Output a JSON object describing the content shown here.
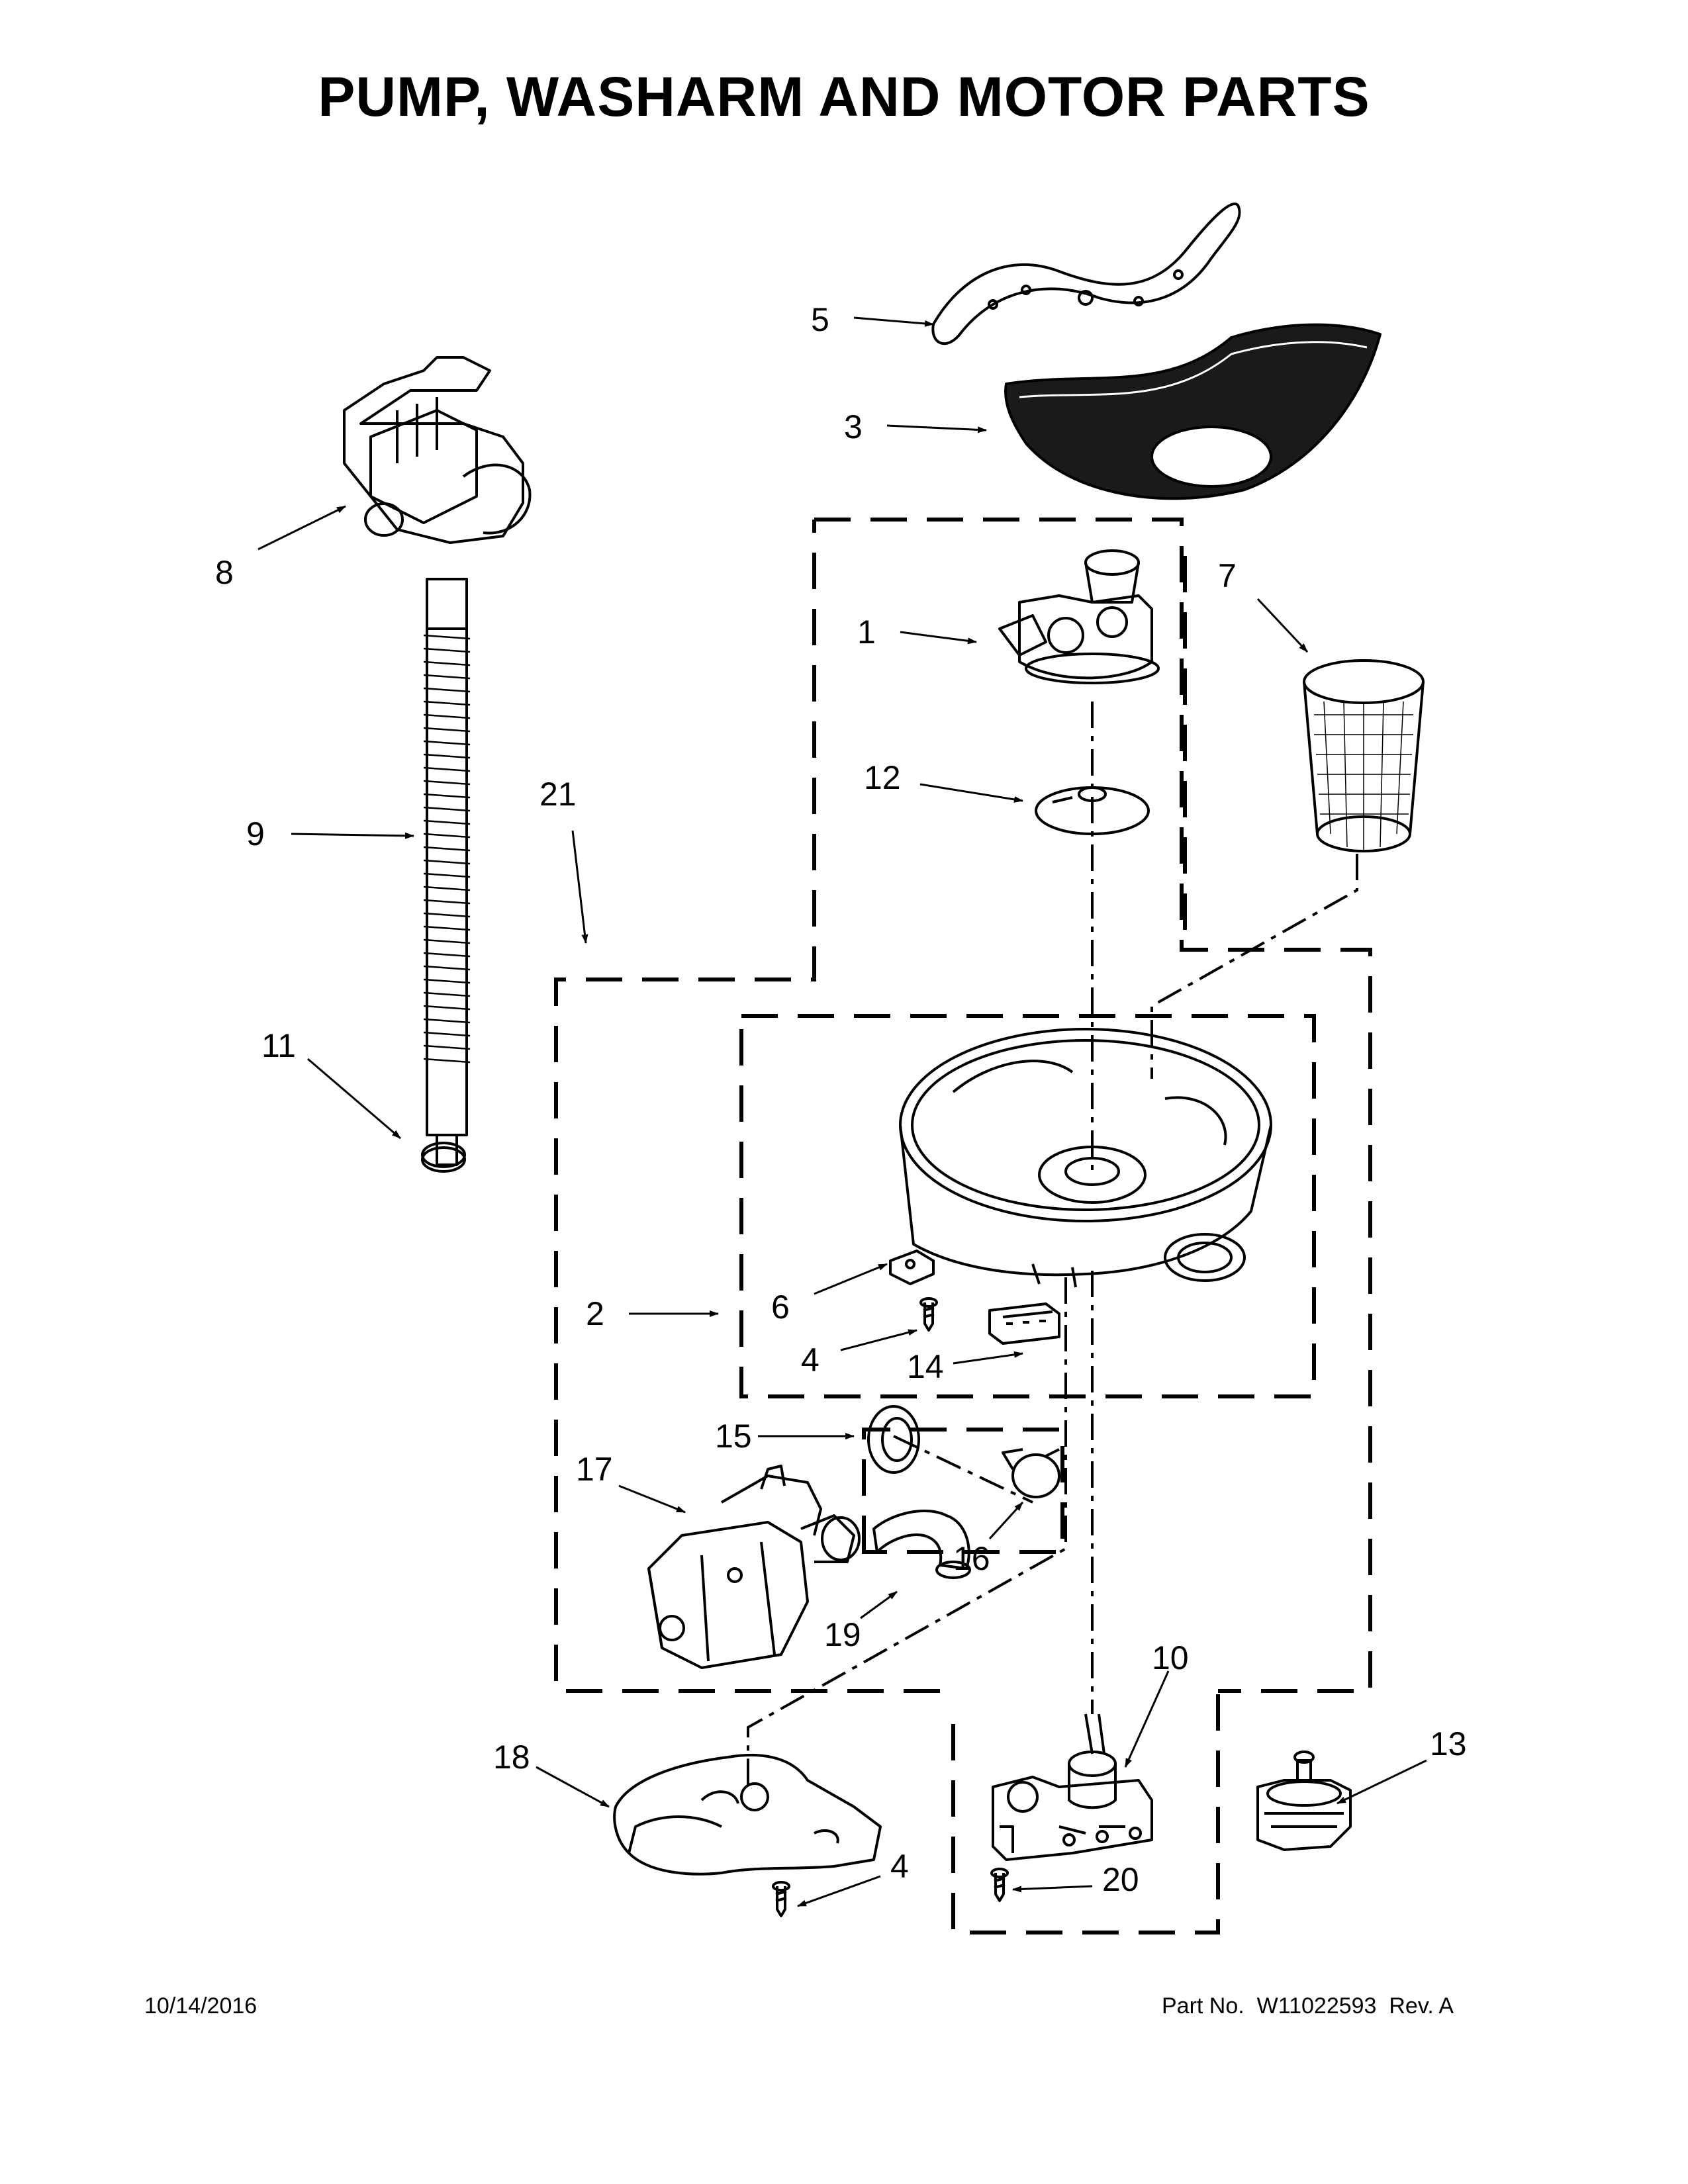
{
  "title": "PUMP, WASHARM AND MOTOR PARTS",
  "footer": {
    "date": "10/14/2016",
    "part_prefix": "Part No.",
    "part_number": "W11022593",
    "revision": "Rev. A"
  },
  "callouts": {
    "c1": "1",
    "c2": "2",
    "c3": "3",
    "c4a": "4",
    "c4b": "4",
    "c5": "5",
    "c6": "6",
    "c7": "7",
    "c8": "8",
    "c9": "9",
    "c10": "10",
    "c11": "11",
    "c12": "12",
    "c13": "13",
    "c14": "14",
    "c15": "15",
    "c16": "16",
    "c17": "17",
    "c18": "18",
    "c19": "19",
    "c20": "20",
    "c21": "21"
  }
}
